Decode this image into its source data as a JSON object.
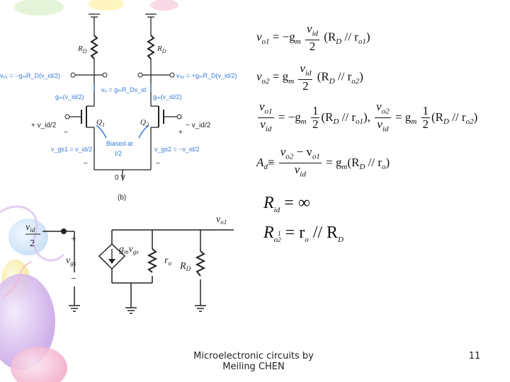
{
  "footer": {
    "line1": "Microelectronic circuits by",
    "line2": "Meiling CHEN",
    "page_number": "11"
  },
  "figure": {
    "caption": "(b)",
    "rd_left": "R",
    "rd_right": "R",
    "rd_sub": "D",
    "q1": "Q",
    "q2": "Q",
    "q1_sub": "1",
    "q2_sub": "2",
    "biased_at_line1": "Biased at",
    "biased_at_line2": "I/2",
    "zero_v": "0 V",
    "vo1_label": "vₒ₁ = −gₘR_D(v_id/2)",
    "vo2_label": "vₒ₂ = +gₘR_D(v_id/2)",
    "vo_label": "vₒ = gₘR_Dv_id",
    "gm_left": "gₘ(v_id/2)",
    "gm_right": "gₘ(v_id/2)",
    "vid_left": "+ v_id/2",
    "vid_right": "− v_id/2",
    "vgs1": "v_gs1 = v_id/2",
    "vgs2": "v_gs2 = −v_id/2",
    "plus": "+",
    "minus": "−"
  },
  "half_circuit": {
    "vid_num": "v",
    "vid_sub": "id",
    "vid_den": "2",
    "vgs": "v",
    "vgs_sub": "gs",
    "gm_vgs": "g",
    "gm_sub": "m",
    "vgs2": "v",
    "vgs2_sub": "gs",
    "ro": "r",
    "ro_sub": "o",
    "rd": "R",
    "rd_sub": "D",
    "vo1": "v",
    "vo1_sub": "o1",
    "plus": "+",
    "minus": "−"
  },
  "equations": {
    "eq1_lhs": "v",
    "eq1_lhs_sub": "o1",
    "eq1_mid": " = −g",
    "eq1_mid_sub": "m",
    "eq1_num": "v",
    "eq1_num_sub": "id",
    "eq1_den": "2",
    "eq1_rhs": "(R",
    "eq1_rhs_sub": "D",
    "eq1_rhs2": " // r",
    "eq1_rhs2_sub": "o1",
    "eq1_close": ")",
    "eq2_lhs": "v",
    "eq2_lhs_sub": "o2",
    "eq2_mid": " = g",
    "eq2_mid_sub": "m",
    "eq2_num": "v",
    "eq2_num_sub": "id",
    "eq2_den": "2",
    "eq2_rhs": "(R",
    "eq2_rhs_sub": "D",
    "eq2_rhs2": " // r",
    "eq2_rhs2_sub": "o2",
    "eq2_close": ")",
    "eq3a_num": "v",
    "eq3a_num_sub": "o1",
    "eq3a_den": "v",
    "eq3a_den_sub": "id",
    "eq3a_mid": " = −g",
    "eq3a_mid_sub": "m",
    "eq3a_fnum": "1",
    "eq3a_fden": "2",
    "eq3a_rhs": "(R",
    "eq3a_rhs_sub": "D",
    "eq3a_rhs2": " // r",
    "eq3a_rhs2_sub": "o1",
    "eq3a_close": "),",
    "eq3b_num": "v",
    "eq3b_num_sub": "o2",
    "eq3b_den": "v",
    "eq3b_den_sub": "id",
    "eq3b_mid": " = g",
    "eq3b_mid_sub": "m",
    "eq3b_fnum": "1",
    "eq3b_fden": "2",
    "eq3b_rhs": "(R",
    "eq3b_rhs_sub": "D",
    "eq3b_rhs2": " // r",
    "eq3b_rhs2_sub": "o2",
    "eq3b_close": ")",
    "eq4_lhs": "A",
    "eq4_lhs_sub": "d",
    "eq4_eq": "≡",
    "eq4_num": "v",
    "eq4_num_sub": "o2",
    "eq4_num_mid": " − v",
    "eq4_num_sub2": "o1",
    "eq4_den": "v",
    "eq4_den_sub": "id",
    "eq4_mid": " = g",
    "eq4_mid_sub": "m",
    "eq4_rhs": "(R",
    "eq4_rhs_sub": "D",
    "eq4_rhs2": " // r",
    "eq4_rhs2_sub": "o",
    "eq4_close": ")",
    "eq5_lhs": "R",
    "eq5_lhs_sub": "id",
    "eq5_rhs": " = ∞",
    "eq6_lhs": "R",
    "eq6_lhs_sub": "o",
    "eq6_frac_num": "1",
    "eq6_frac_den": "2",
    "eq6_rhs": " = r",
    "eq6_rhs_sub": "o",
    "eq6_rhs2": " // R",
    "eq6_rhs2_sub": "D"
  }
}
